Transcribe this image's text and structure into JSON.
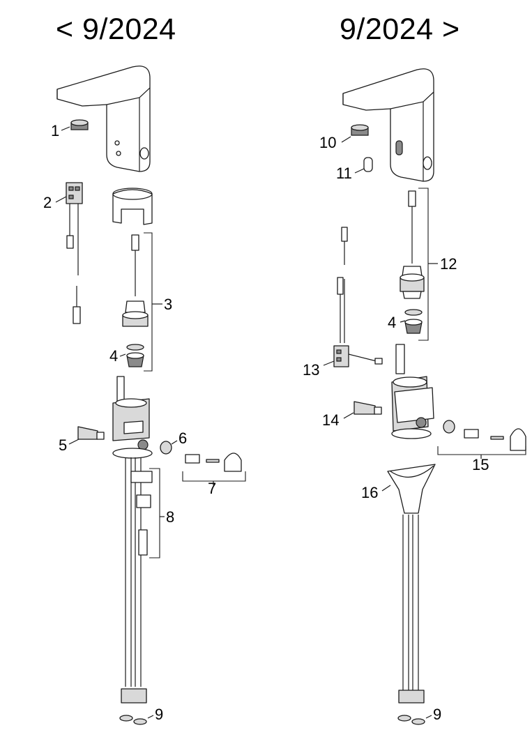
{
  "titles": {
    "left": "< 9/2024",
    "right": "9/2024 >"
  },
  "left_labels": {
    "l1": "1",
    "l2": "2",
    "l3": "3",
    "l4": "4",
    "l5": "5",
    "l6": "6",
    "l7": "7",
    "l8": "8",
    "l9": "9"
  },
  "right_labels": {
    "l10": "10",
    "l11": "11",
    "l12": "12",
    "l4": "4",
    "l13": "13",
    "l14": "14",
    "l15": "15",
    "l16": "16",
    "l9": "9"
  }
}
